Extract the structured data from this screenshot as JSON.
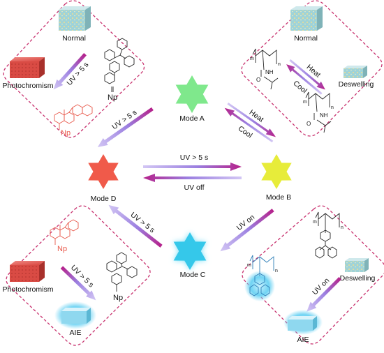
{
  "center": {
    "mode_a": "Mode A",
    "mode_b": "Mode B",
    "mode_c": "Mode C",
    "mode_d": "Mode D",
    "d_b_top": "UV > 5 s",
    "d_b_bottom": "UV off",
    "a_d": "UV > 5 s",
    "a_b_top": "Heat",
    "a_b_bottom": "Cool",
    "b_c": "UV on",
    "c_d": "UV > 5 s"
  },
  "panel_a": {
    "normal": "Normal",
    "photochromism": "Photochromism",
    "arrow": "UV > 5 s",
    "np": "Np",
    "np_red": "Np"
  },
  "panel_b": {
    "normal": "Normal",
    "deswelling": "Deswelling",
    "heat": "Heat",
    "cool": "Cool",
    "m1": "m",
    "n1": "n",
    "nh1": "NH",
    "o1": "O",
    "m2": "m",
    "n2": "n",
    "nh2": "NH",
    "o2": "O"
  },
  "panel_c": {
    "photochromism": "Photochromism",
    "arrow": "UV > 5 s",
    "aie": "AIE",
    "np": "Np",
    "np_red": "Np"
  },
  "panel_e": {
    "deswelling": "Deswelling",
    "uv_on": "UV on",
    "aie": "AIE",
    "m1": "m",
    "n1": "n",
    "m2": "m",
    "n2": "n"
  },
  "colors": {
    "frame": "#c8316e",
    "star_a": "#7fe88c",
    "star_b": "#e7ec3a",
    "star_c": "#35c8ea",
    "star_d": "#f05a4a",
    "arrow_start": "#c6b8f0",
    "arrow_end": "#b8288a"
  }
}
